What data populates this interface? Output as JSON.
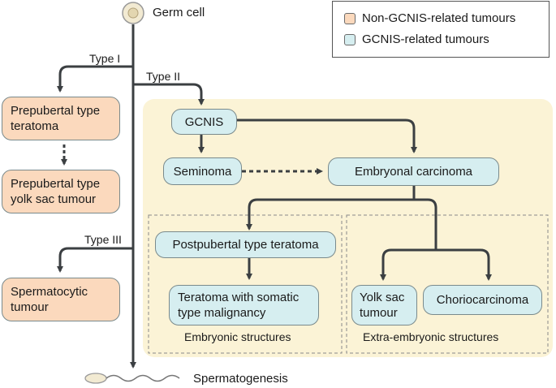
{
  "top": {
    "label": "Germ cell"
  },
  "bottom": {
    "label": "Spermatogenesis"
  },
  "legend": {
    "items": [
      {
        "label": "Non-GCNIS-related tumours",
        "color": "#fbd9bd"
      },
      {
        "label": "GCNIS-related tumours",
        "color": "#d6eef0"
      }
    ]
  },
  "types": {
    "type1": "Type I",
    "type2": "Type II",
    "type3": "Type III"
  },
  "non_gcnis": {
    "prepubertal_teratoma": "Prepubertal type teratoma",
    "prepubertal_yolk_sac": "Prepubertal type yolk sac tumour",
    "spermatocytic": "Spermatocytic tumour"
  },
  "gcnis": {
    "gcnis": "GCNIS",
    "seminoma": "Seminoma",
    "embryonal_carcinoma": "Embryonal carcinoma",
    "postpubertal_teratoma": "Postpubertal type teratoma",
    "teratoma_somatic": "Teratoma with somatic type malignancy",
    "yolk_sac": "Yolk sac tumour",
    "choriocarcinoma": "Choriocarcinoma"
  },
  "groups": {
    "embryonic": "Embryonic structures",
    "extra_embryonic": "Extra-embryonic structures"
  },
  "colors": {
    "panel": "#fbf3d6",
    "teal": "#d6eef0",
    "peach": "#fbd9bd",
    "line": "#3b3f42"
  }
}
